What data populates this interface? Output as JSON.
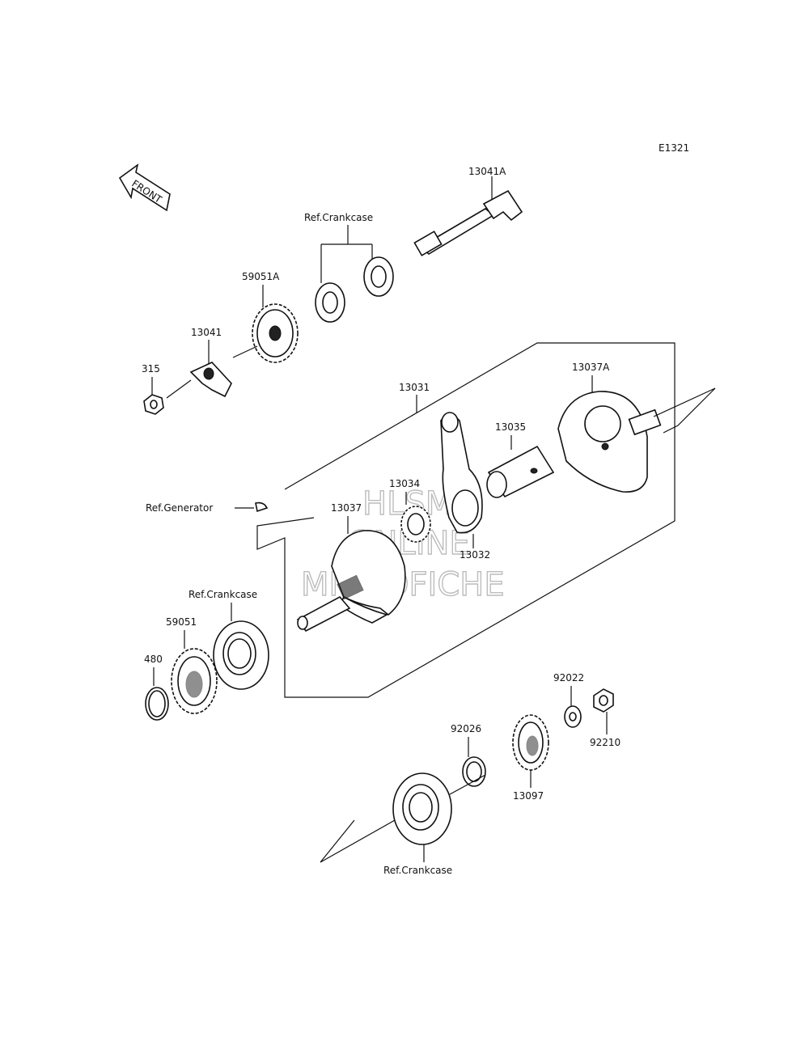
{
  "diagram_code": "E1321",
  "front_label": "FRONT",
  "watermark": [
    "HLSM",
    "ONLINE",
    "MICROFICHE"
  ],
  "labels": {
    "p13041A": "13041A",
    "ref_crankcase_top": "Ref.Crankcase",
    "p59051A": "59051A",
    "p13041": "13041",
    "p315": "315",
    "p13031": "13031",
    "p13037A": "13037A",
    "p13035": "13035",
    "p13034": "13034",
    "p13037": "13037",
    "p13032": "13032",
    "ref_generator": "Ref.Generator",
    "ref_crankcase_mid": "Ref.Crankcase",
    "p59051": "59051",
    "p480": "480",
    "p92022": "92022",
    "p92210": "92210",
    "p92026": "92026",
    "p13097": "13097",
    "ref_crankcase_bottom": "Ref.Crankcase"
  }
}
